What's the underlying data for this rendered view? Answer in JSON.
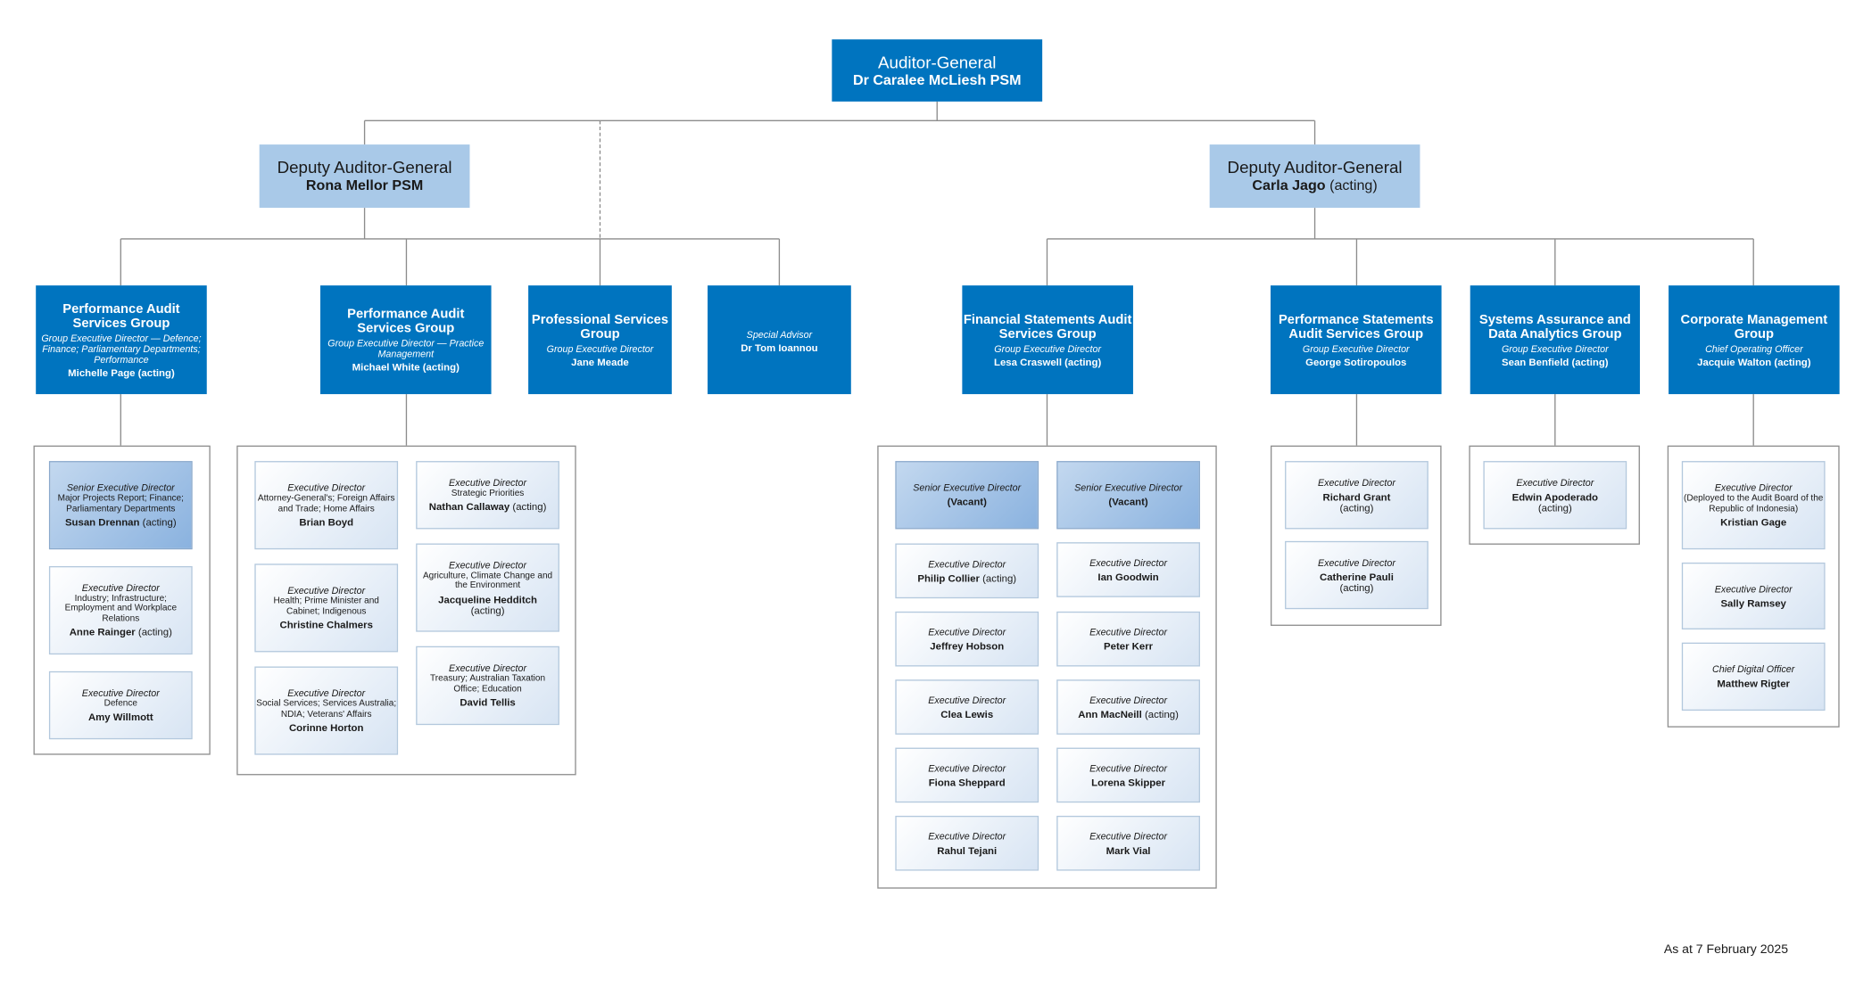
{
  "top": {
    "role": "Auditor-General",
    "name": "Dr Caralee McLiesh PSM"
  },
  "deputies": [
    {
      "role": "Deputy Auditor-General",
      "name": "Rona Mellor PSM"
    },
    {
      "role": "Deputy Auditor-General",
      "name": "Carla Jago",
      "note": "(acting)"
    }
  ],
  "groups": [
    {
      "title": "Performance Audit Services Group",
      "role": "Group Executive Director — Defence; Finance; Parliamentary Departments; Performance",
      "name": "Michelle Page (acting)"
    },
    {
      "title": "Performance Audit Services Group",
      "role": "Group Executive Director — Practice Management",
      "name": "Michael White (acting)"
    },
    {
      "title": "Professional Services Group",
      "role": "Group Executive Director",
      "name": "Jane Meade"
    },
    {
      "title": "",
      "role": "Special Advisor",
      "name": "Dr Tom Ioannou"
    },
    {
      "title": "Financial Statements Audit Services Group",
      "role": "Group Executive Director",
      "name": "Lesa Craswell (acting)"
    },
    {
      "title": "Performance Statements Audit Services Group",
      "role": "Group Executive Director",
      "name": "George Sotiropoulos"
    },
    {
      "title": "Systems Assurance and Data Analytics Group",
      "role": "Group Executive Director",
      "name": "Sean Benfield (acting)"
    },
    {
      "title": "Corporate Management Group",
      "role": "Chief Operating Officer",
      "name": "Jacquie Walton (acting)"
    }
  ],
  "pag1": [
    {
      "role": "Senior Executive Director",
      "area": "Major Projects Report; Finance; Parliamentary Departments",
      "name": "Susan Drennan",
      "note": "(acting)"
    },
    {
      "role": "Executive Director",
      "area": "Industry; Infrastructure; Employment and Workplace Relations",
      "name": "Anne Rainger",
      "note": "(acting)"
    },
    {
      "role": "Executive Director",
      "area": "Defence",
      "name": "Amy Willmott",
      "note": ""
    }
  ],
  "pag2_left": [
    {
      "role": "Executive Director",
      "area": "Attorney-General's; Foreign Affairs and Trade; Home Affairs",
      "name": "Brian Boyd",
      "note": ""
    },
    {
      "role": "Executive Director",
      "area": "Health; Prime Minister and Cabinet; Indigenous",
      "name": "Christine Chalmers",
      "note": ""
    },
    {
      "role": "Executive Director",
      "area": "Social Services; Services Australia; NDIA; Veterans' Affairs",
      "name": "Corinne Horton",
      "note": ""
    }
  ],
  "pag2_right": [
    {
      "role": "Executive Director",
      "area": "Strategic Priorities",
      "name": "Nathan Callaway",
      "note": "(acting)"
    },
    {
      "role": "Executive Director",
      "area": "Agriculture, Climate Change and the Environment",
      "name": "Jacqueline Hedditch",
      "note": "(acting)"
    },
    {
      "role": "Executive Director",
      "area": "Treasury; Australian Taxation Office; Education",
      "name": "David Tellis",
      "note": ""
    }
  ],
  "fsa_left": [
    {
      "role": "Senior Executive Director",
      "name": "(Vacant)",
      "note": ""
    },
    {
      "role": "Executive Director",
      "name": "Philip Collier",
      "note": "(acting)"
    },
    {
      "role": "Executive Director",
      "name": "Jeffrey Hobson",
      "note": ""
    },
    {
      "role": "Executive Director",
      "name": "Clea Lewis",
      "note": ""
    },
    {
      "role": "Executive Director",
      "name": "Fiona Sheppard",
      "note": ""
    },
    {
      "role": "Executive Director",
      "name": "Rahul Tejani",
      "note": ""
    }
  ],
  "fsa_right": [
    {
      "role": "Senior Executive Director",
      "name": "(Vacant)",
      "note": ""
    },
    {
      "role": "Executive Director",
      "name": "Ian Goodwin",
      "note": ""
    },
    {
      "role": "Executive Director",
      "name": "Peter Kerr",
      "note": ""
    },
    {
      "role": "Executive Director",
      "name": "Ann MacNeill",
      "note": "(acting)"
    },
    {
      "role": "Executive Director",
      "name": "Lorena Skipper",
      "note": ""
    },
    {
      "role": "Executive Director",
      "name": "Mark Vial",
      "note": ""
    }
  ],
  "psa": [
    {
      "role": "Executive Director",
      "name": "Richard Grant",
      "note": "(acting)"
    },
    {
      "role": "Executive Director",
      "name": "Catherine Pauli",
      "note": "(acting)"
    }
  ],
  "sada": [
    {
      "role": "Executive Director",
      "name": "Edwin Apoderado",
      "note": "(acting)"
    }
  ],
  "cmg": [
    {
      "role": "Executive Director",
      "area": "(Deployed to the Audit Board of the Republic of Indonesia)",
      "name": "Kristian Gage",
      "note": ""
    },
    {
      "role": "Executive Director",
      "area": "",
      "name": "Sally Ramsey",
      "note": ""
    },
    {
      "role": "Chief Digital Officer",
      "area": "",
      "name": "Matthew Rigter",
      "note": ""
    }
  ],
  "footer": "As at 7 February 2025",
  "colors": {
    "dark_blue": "#0074bf",
    "light_blue": "#a9c9e8"
  }
}
